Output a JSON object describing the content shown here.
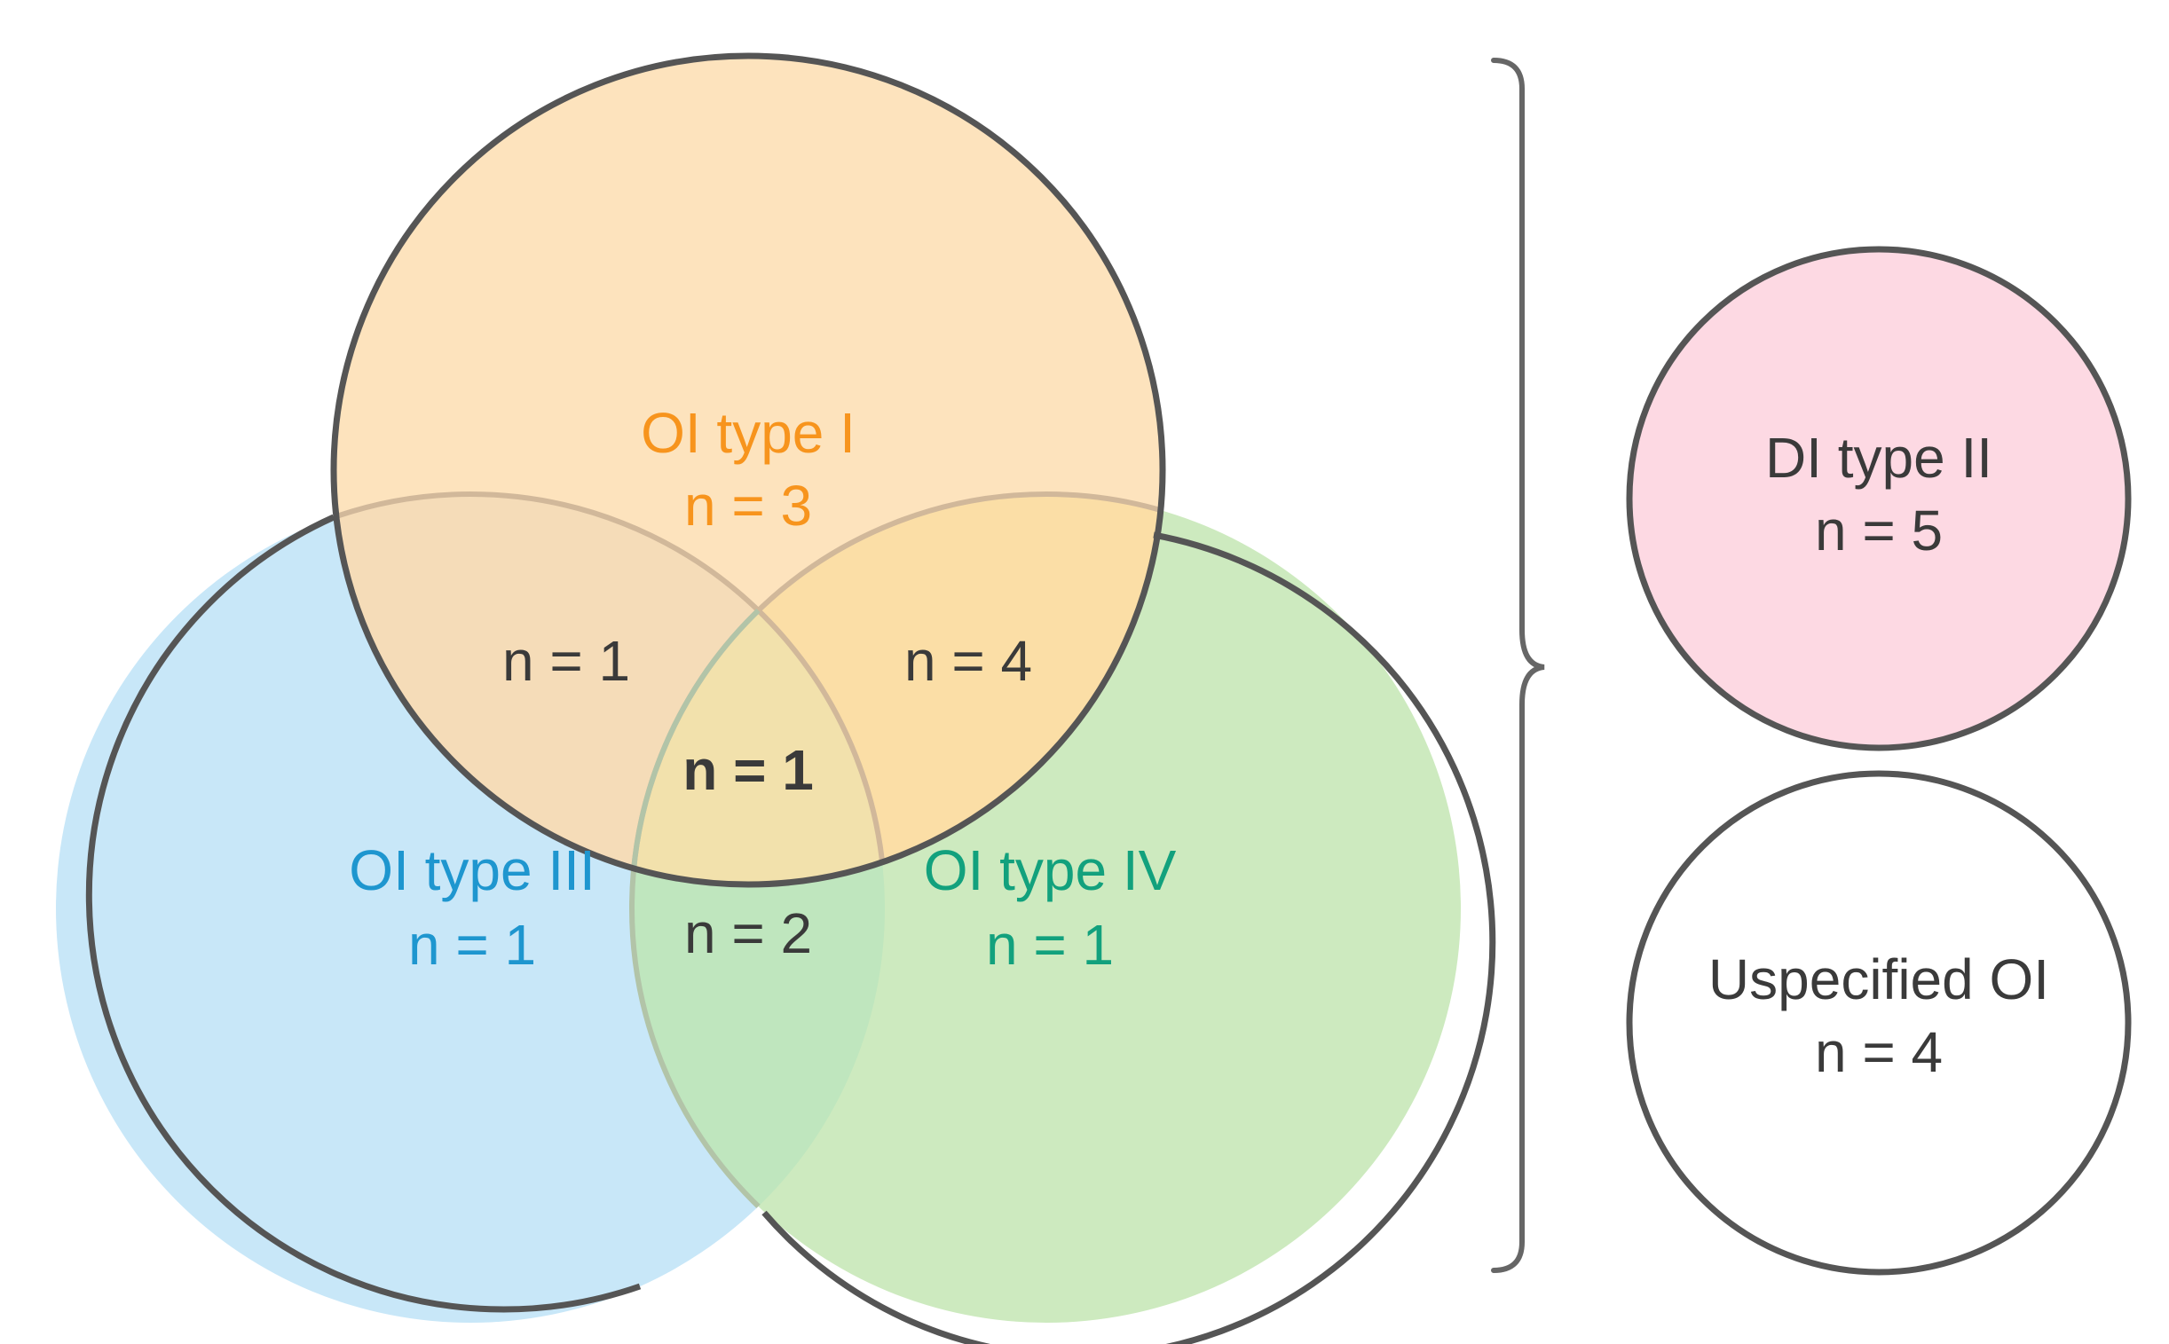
{
  "venn": {
    "sets": [
      {
        "id": "oi-type-1",
        "title": "OI type I",
        "count": "n = 3",
        "fill": "#fde3bd",
        "text_color": "#f7941d"
      },
      {
        "id": "oi-type-3",
        "title": "OI type III",
        "count": "n = 1",
        "fill": "#c8e7f8",
        "text_color": "#1e96cf"
      },
      {
        "id": "oi-type-4",
        "title": "OI type IV",
        "count": "n = 1",
        "fill": "#cdeabf",
        "text_color": "#12a17d"
      }
    ],
    "intersections": {
      "i_iii": "n = 1",
      "i_iv": "n = 4",
      "iii_iv": "n = 2",
      "all": "n = 1"
    },
    "overlap_fills": {
      "i_iii": "#f5dcb8",
      "i_iv": "#fbdea6",
      "iii_iv": "#bfe6be",
      "all": "#f2e1ac"
    },
    "overlap_text_color": "#3a3a3a"
  },
  "side_groups": [
    {
      "id": "di-type-2",
      "title": "DI type II",
      "count": "n = 5",
      "fill": "#fdd9e3",
      "text_color": "#3a3a3a"
    },
    {
      "id": "unspecified-oi",
      "title": "Uspecified OI",
      "count": "n = 4",
      "fill": "#ffffff",
      "text_color": "#3a3a3a"
    }
  ],
  "colors": {
    "outline": "#555555",
    "brace": "#666666"
  }
}
